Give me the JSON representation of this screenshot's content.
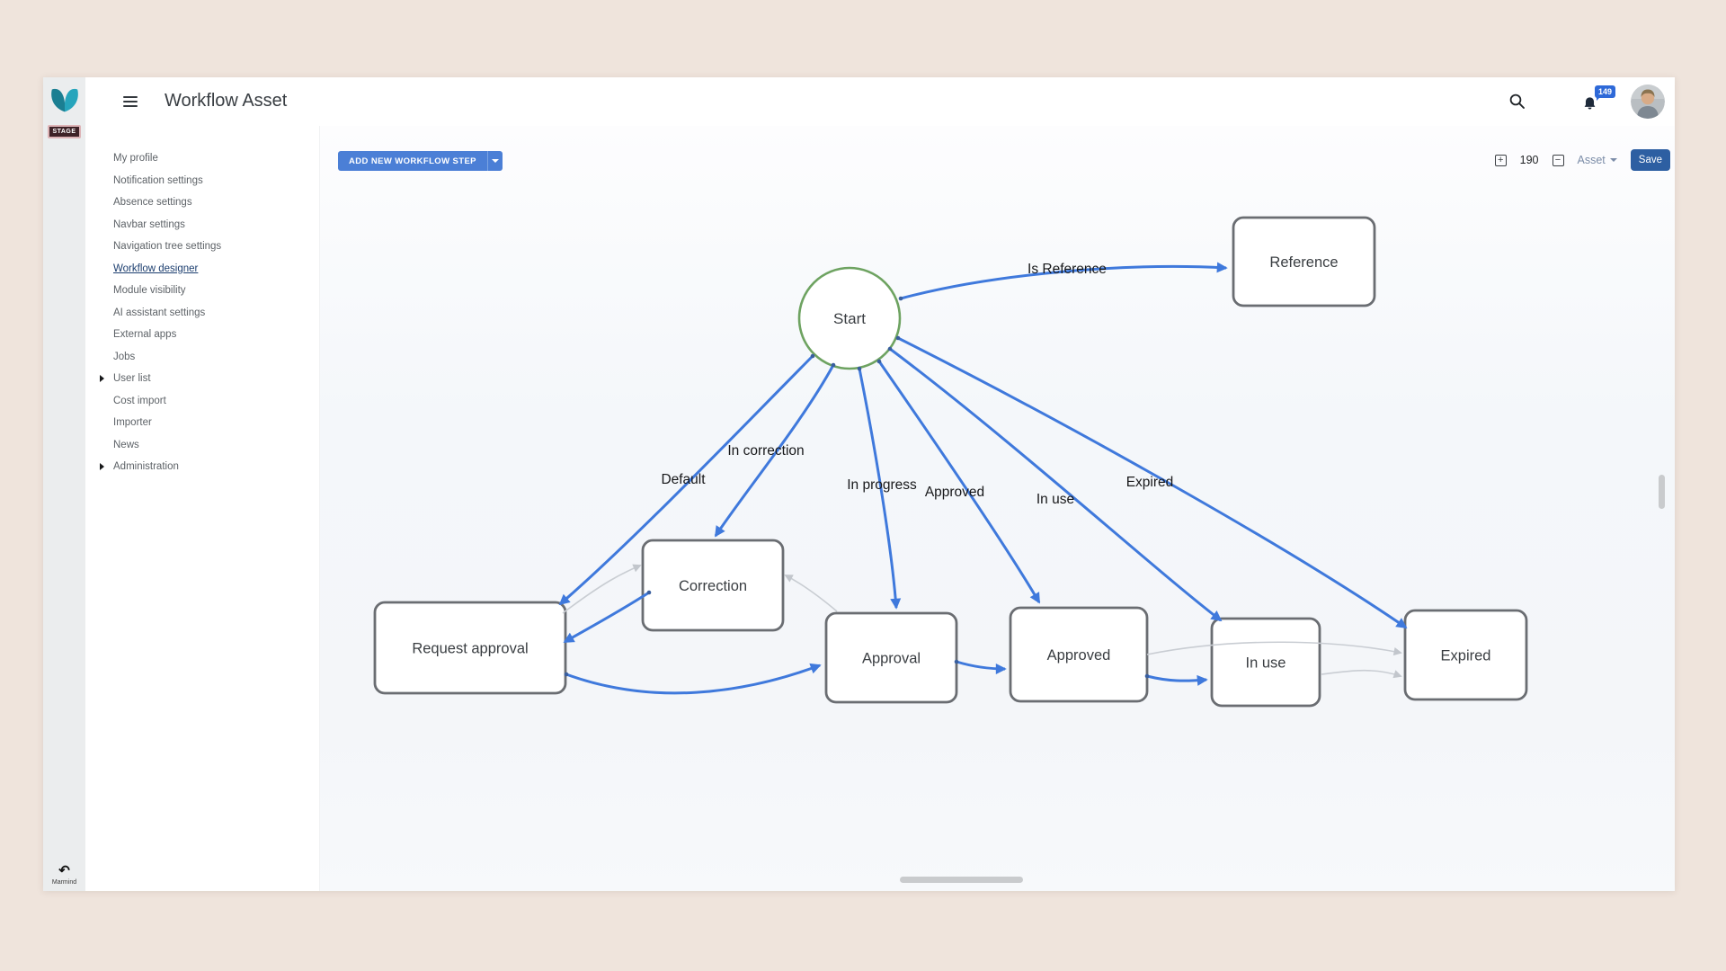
{
  "header": {
    "title": "Workflow Asset",
    "notification_count": "149"
  },
  "rail": {
    "stage_label": "STAGE",
    "brand_label": "Marmind"
  },
  "sidebar": {
    "items": [
      {
        "label": "My profile"
      },
      {
        "label": "Notification settings"
      },
      {
        "label": "Absence settings"
      },
      {
        "label": "Navbar settings"
      },
      {
        "label": "Navigation tree settings"
      },
      {
        "label": "Workflow designer",
        "active": true
      },
      {
        "label": "Module visibility"
      },
      {
        "label": "AI assistant settings"
      },
      {
        "label": "External apps"
      },
      {
        "label": "Jobs"
      },
      {
        "label": "User list",
        "expandable": true
      },
      {
        "label": "Cost import"
      },
      {
        "label": "Importer"
      },
      {
        "label": "News"
      },
      {
        "label": "Administration",
        "expandable": true
      }
    ]
  },
  "toolbar": {
    "add_step_label": "ADD NEW WORKFLOW STEP",
    "zoom_value": "190",
    "entity_selector_label": "Asset",
    "save_label": "Save"
  },
  "diagram": {
    "nodes": [
      {
        "id": "start",
        "label": "Start",
        "shape": "circle"
      },
      {
        "id": "reference",
        "label": "Reference",
        "shape": "rect"
      },
      {
        "id": "correction",
        "label": "Correction",
        "shape": "rect"
      },
      {
        "id": "request_approval",
        "label": "Request approval",
        "shape": "rect"
      },
      {
        "id": "approval",
        "label": "Approval",
        "shape": "rect"
      },
      {
        "id": "approved",
        "label": "Approved",
        "shape": "rect"
      },
      {
        "id": "in_use",
        "label": "In use",
        "shape": "rect"
      },
      {
        "id": "expired",
        "label": "Expired",
        "shape": "rect"
      }
    ],
    "edges": [
      {
        "from": "start",
        "to": "reference",
        "label": "Is Reference",
        "style": "primary"
      },
      {
        "from": "start",
        "to": "correction",
        "label": "In correction",
        "style": "primary"
      },
      {
        "from": "start",
        "to": "request_approval",
        "label": "Default",
        "style": "primary"
      },
      {
        "from": "start",
        "to": "approval",
        "label": "In progress",
        "style": "primary"
      },
      {
        "from": "start",
        "to": "approved",
        "label": "Approved",
        "style": "primary"
      },
      {
        "from": "start",
        "to": "in_use",
        "label": "In use",
        "style": "primary"
      },
      {
        "from": "start",
        "to": "expired",
        "label": "Expired",
        "style": "primary"
      },
      {
        "from": "correction",
        "to": "request_approval",
        "label": "",
        "style": "primary"
      },
      {
        "from": "request_approval",
        "to": "approval",
        "label": "",
        "style": "primary"
      },
      {
        "from": "approval",
        "to": "approved",
        "label": "",
        "style": "primary"
      },
      {
        "from": "approved",
        "to": "in_use",
        "label": "",
        "style": "primary"
      },
      {
        "from": "request_approval",
        "to": "correction",
        "label": "",
        "style": "secondary"
      },
      {
        "from": "approval",
        "to": "correction",
        "label": "",
        "style": "secondary"
      },
      {
        "from": "approved",
        "to": "expired",
        "label": "",
        "style": "secondary"
      },
      {
        "from": "in_use",
        "to": "expired",
        "label": "",
        "style": "secondary"
      }
    ],
    "colors": {
      "edge_primary": "#3f79dc",
      "edge_secondary": "#c9cdd3",
      "node_border": "#6a6d72",
      "start_node_border": "#6ea361",
      "label_color": "#17181a",
      "node_fill": "#ffffff"
    }
  }
}
